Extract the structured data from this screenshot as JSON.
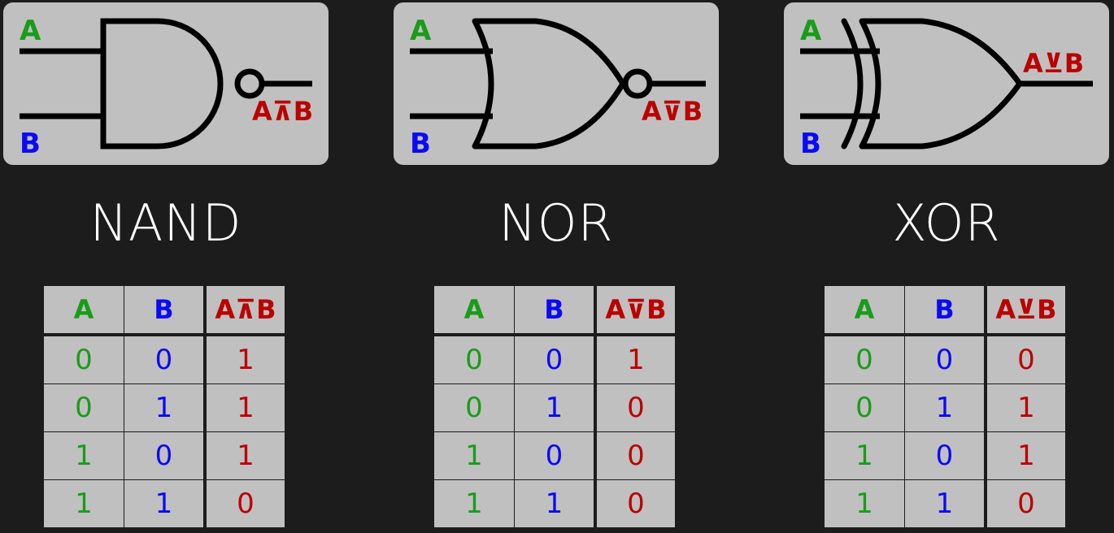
{
  "colors": {
    "background": "#1c1c1c",
    "panel": "#c0c0c0",
    "input_a": "#199c19",
    "input_b": "#0a0af5",
    "output": "#bb0000",
    "title": "#ffffff"
  },
  "gates": [
    {
      "name": "NAND",
      "symbol": {
        "input_a_label": "A",
        "input_b_label": "B",
        "output_label": "A⊼B"
      },
      "table": {
        "headers": [
          "A",
          "B",
          "A⊼B"
        ],
        "rows": [
          [
            "0",
            "0",
            "1"
          ],
          [
            "0",
            "1",
            "1"
          ],
          [
            "1",
            "0",
            "1"
          ],
          [
            "1",
            "1",
            "0"
          ]
        ]
      }
    },
    {
      "name": "NOR",
      "symbol": {
        "input_a_label": "A",
        "input_b_label": "B",
        "output_label": "A⊽B"
      },
      "table": {
        "headers": [
          "A",
          "B",
          "A⊽B"
        ],
        "rows": [
          [
            "0",
            "0",
            "1"
          ],
          [
            "0",
            "1",
            "0"
          ],
          [
            "1",
            "0",
            "0"
          ],
          [
            "1",
            "1",
            "0"
          ]
        ]
      }
    },
    {
      "name": "XOR",
      "symbol": {
        "input_a_label": "A",
        "input_b_label": "B",
        "output_label": "A⊻B"
      },
      "table": {
        "headers": [
          "A",
          "B",
          "A⊻B"
        ],
        "rows": [
          [
            "0",
            "0",
            "0"
          ],
          [
            "0",
            "1",
            "1"
          ],
          [
            "1",
            "0",
            "1"
          ],
          [
            "1",
            "1",
            "0"
          ]
        ]
      }
    }
  ]
}
